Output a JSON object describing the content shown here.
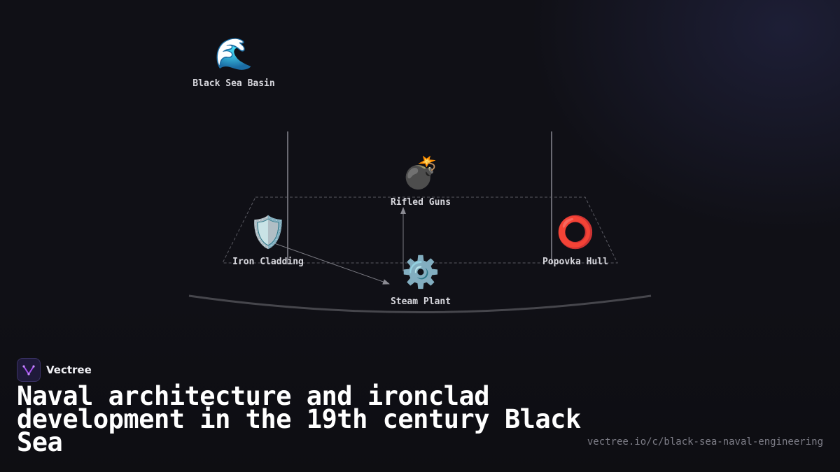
{
  "diagram": {
    "nodes": [
      {
        "id": "black-sea-basin",
        "label": "Black Sea Basin",
        "icon": "wave-icon",
        "emoji": "🌊"
      },
      {
        "id": "rifled-guns",
        "label": "Rifled Guns",
        "icon": "bomb-icon",
        "emoji": "💣"
      },
      {
        "id": "iron-cladding",
        "label": "Iron Cladding",
        "icon": "shield-icon",
        "emoji": "🛡️"
      },
      {
        "id": "popovka-hull",
        "label": "Popovka Hull",
        "icon": "ring-icon",
        "emoji": "⭕"
      },
      {
        "id": "steam-plant",
        "label": "Steam Plant",
        "icon": "gear-icon",
        "emoji": "⚙️"
      }
    ],
    "edges": [
      {
        "from": "Iron Cladding",
        "to": "Steam Plant"
      },
      {
        "from": "Steam Plant",
        "to": "Rifled Guns"
      }
    ]
  },
  "brand": {
    "name": "Vectree",
    "logo_icon": "vectree-logo-icon",
    "accent": "#a64ff0"
  },
  "headline": "Naval architecture and ironclad development in the 19th century Black Sea",
  "url": "vectree.io/c/black-sea-naval-engineering"
}
